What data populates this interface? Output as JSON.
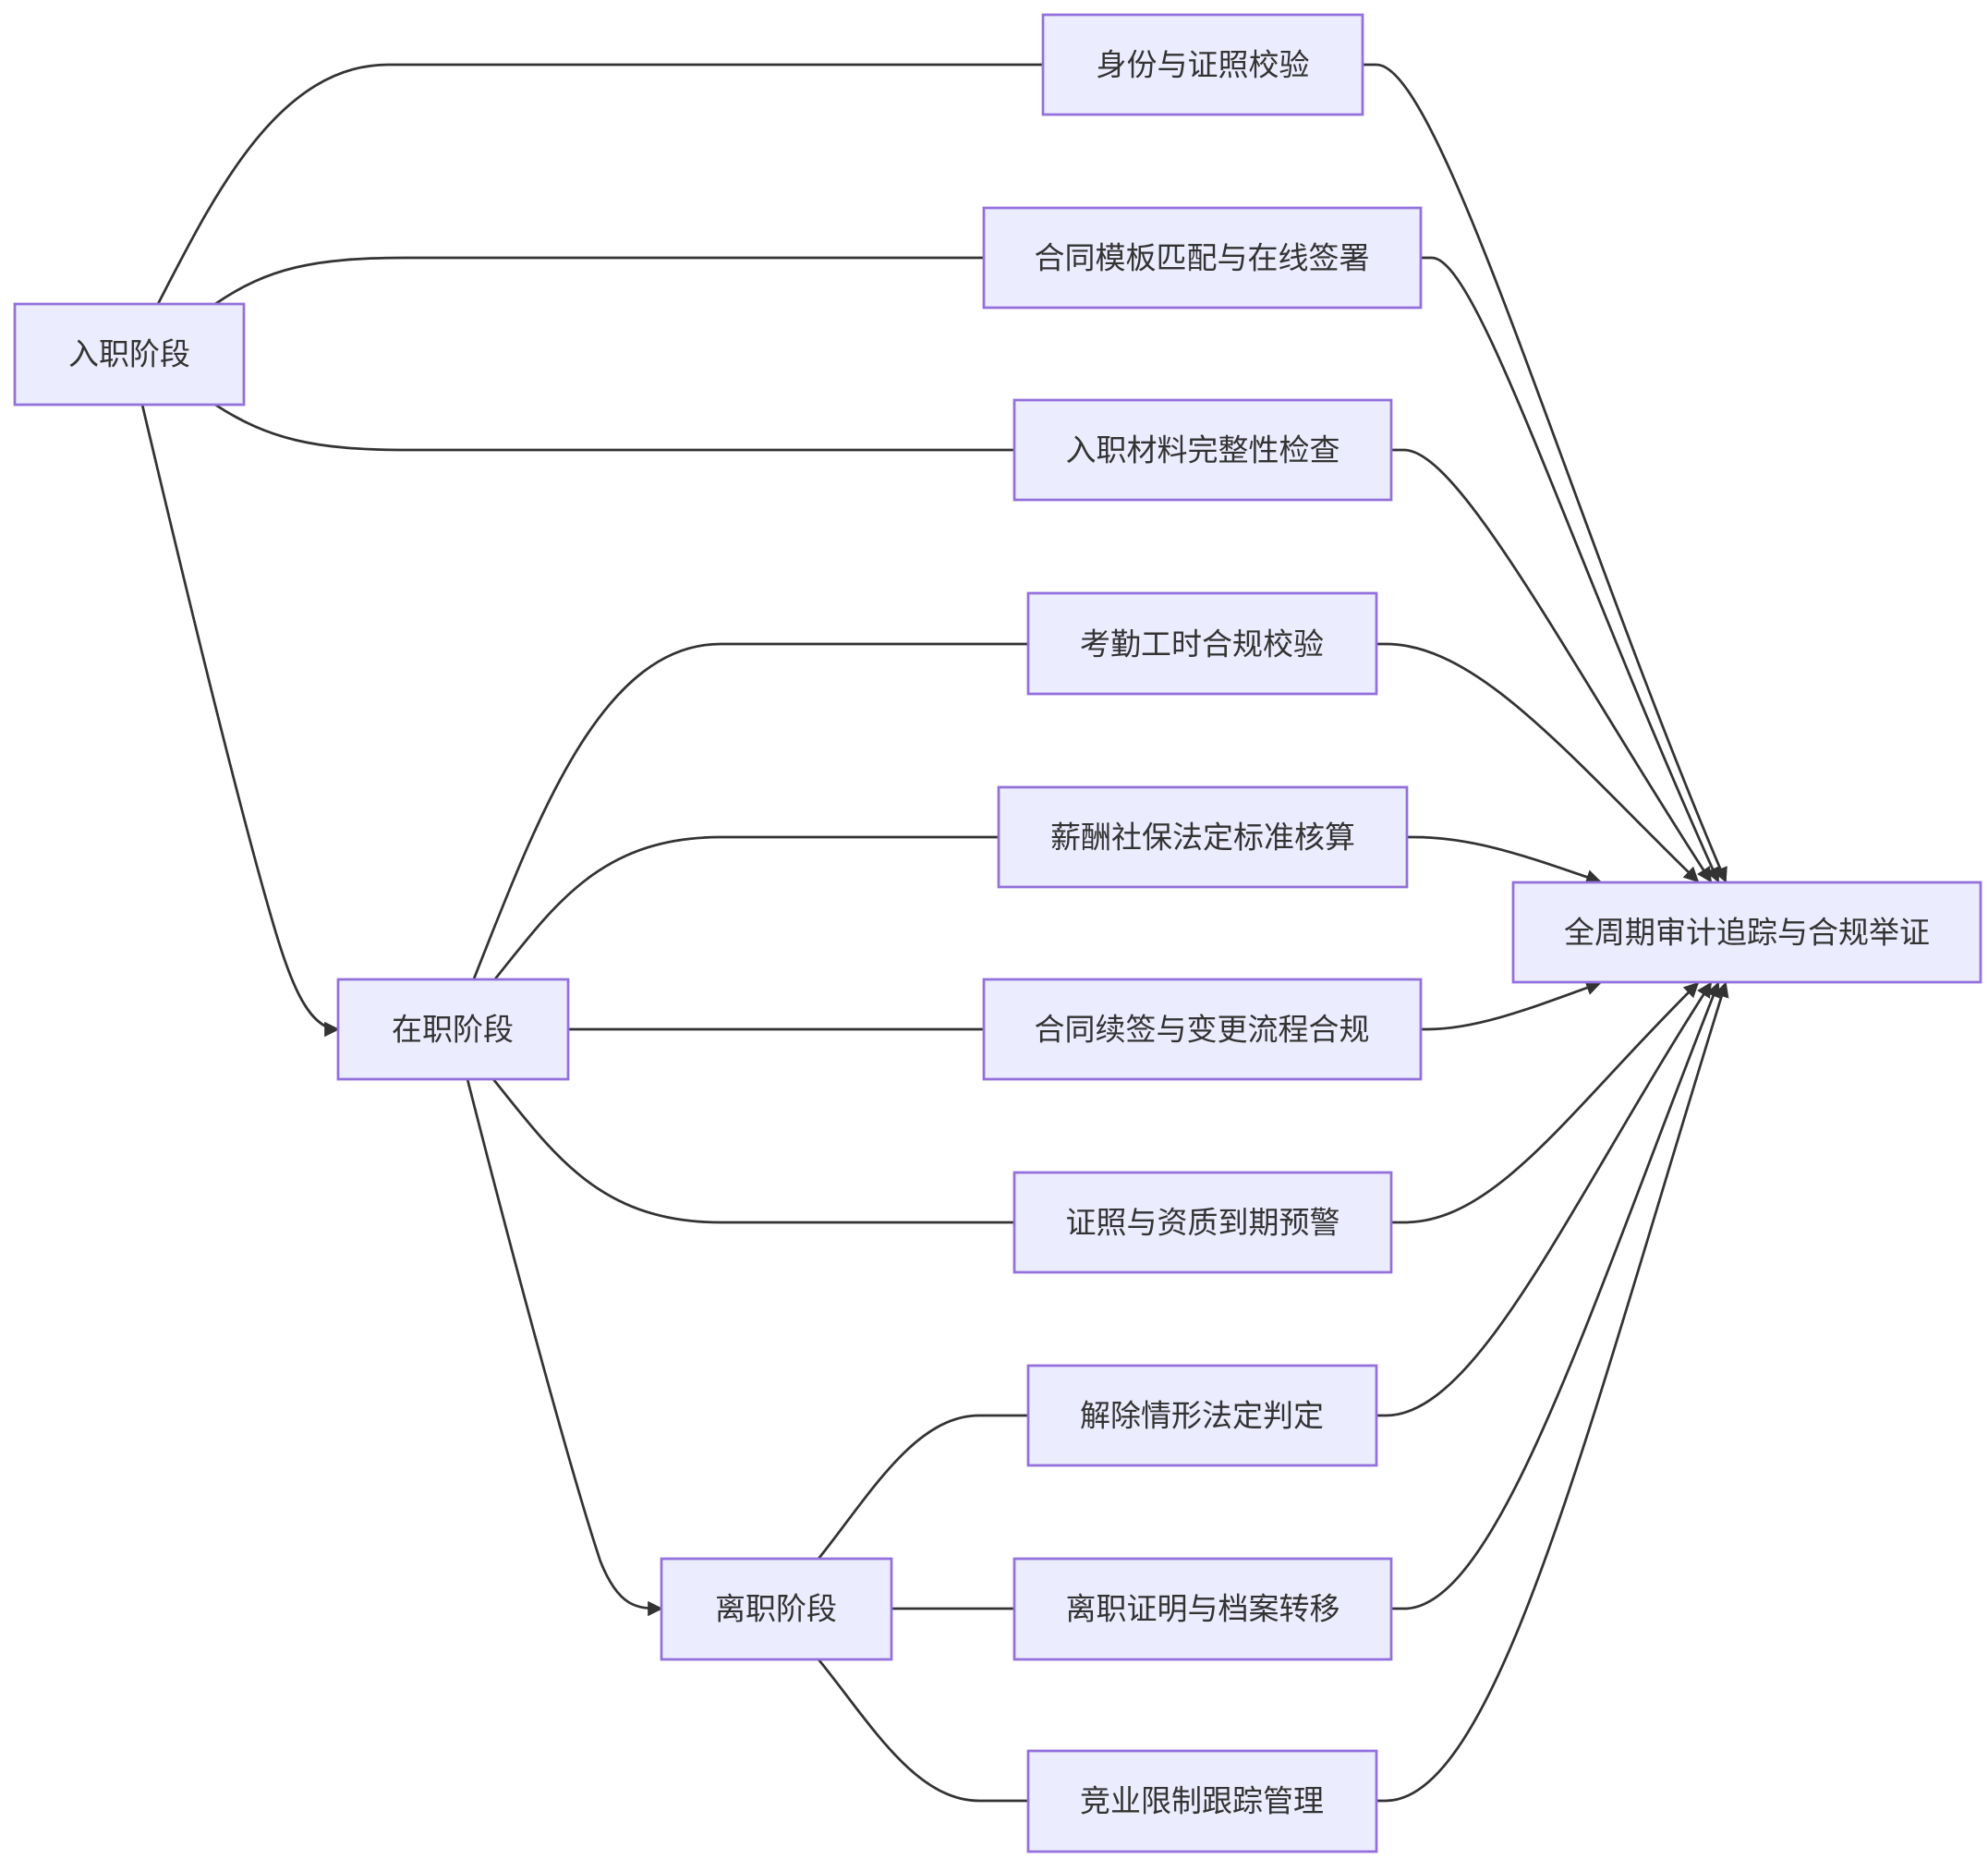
{
  "diagram": {
    "type": "flowchart",
    "colors": {
      "node_fill": "#ececff",
      "node_border": "#9370db",
      "edge": "#333333",
      "text": "#333333",
      "background": "#ffffff"
    },
    "nodes": {
      "onboarding": "入职阶段",
      "employment": "在职阶段",
      "offboarding": "离职阶段",
      "id_check": "身份与证照校验",
      "contract_sign": "合同模板匹配与在线签署",
      "material_check": "入职材料完整性检查",
      "attendance": "考勤工时合规校验",
      "payroll": "薪酬社保法定标准核算",
      "contract_renew": "合同续签与变更流程合规",
      "license_alert": "证照与资质到期预警",
      "termination": "解除情形法定判定",
      "archive": "离职证明与档案转移",
      "noncompete": "竞业限制跟踪管理",
      "audit": "全周期审计追踪与合规举证"
    },
    "edges": [
      {
        "from": "onboarding",
        "to": "id_check",
        "arrow": false
      },
      {
        "from": "onboarding",
        "to": "contract_sign",
        "arrow": false
      },
      {
        "from": "onboarding",
        "to": "material_check",
        "arrow": false
      },
      {
        "from": "onboarding",
        "to": "employment",
        "arrow": true
      },
      {
        "from": "employment",
        "to": "attendance",
        "arrow": false
      },
      {
        "from": "employment",
        "to": "payroll",
        "arrow": false
      },
      {
        "from": "employment",
        "to": "contract_renew",
        "arrow": false
      },
      {
        "from": "employment",
        "to": "license_alert",
        "arrow": false
      },
      {
        "from": "employment",
        "to": "offboarding",
        "arrow": true
      },
      {
        "from": "offboarding",
        "to": "termination",
        "arrow": false
      },
      {
        "from": "offboarding",
        "to": "archive",
        "arrow": false
      },
      {
        "from": "offboarding",
        "to": "noncompete",
        "arrow": false
      },
      {
        "from": "id_check",
        "to": "audit",
        "arrow": true
      },
      {
        "from": "contract_sign",
        "to": "audit",
        "arrow": true
      },
      {
        "from": "material_check",
        "to": "audit",
        "arrow": true
      },
      {
        "from": "attendance",
        "to": "audit",
        "arrow": true
      },
      {
        "from": "payroll",
        "to": "audit",
        "arrow": true
      },
      {
        "from": "contract_renew",
        "to": "audit",
        "arrow": true
      },
      {
        "from": "license_alert",
        "to": "audit",
        "arrow": true
      },
      {
        "from": "termination",
        "to": "audit",
        "arrow": true
      },
      {
        "from": "archive",
        "to": "audit",
        "arrow": true
      },
      {
        "from": "noncompete",
        "to": "audit",
        "arrow": true
      }
    ]
  }
}
